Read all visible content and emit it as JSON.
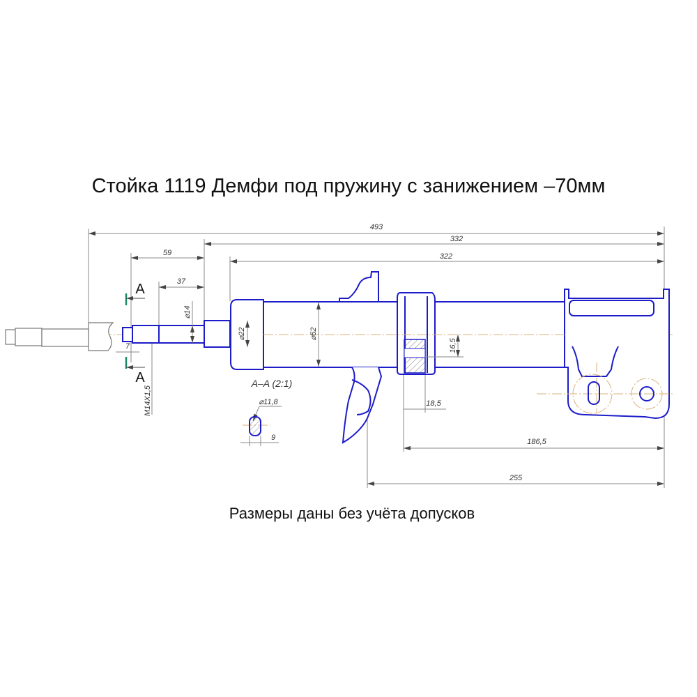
{
  "title": "Стойка 1119 Демфи под пружину с занижением –70мм",
  "note": "Размеры даны без учёта допусков",
  "section": {
    "label_top": "A",
    "label_bottom": "A",
    "view_label": "A–A (2:1)",
    "diameter": "⌀11,8",
    "width": "9"
  },
  "dimensions": {
    "overall": "493",
    "d332": "332",
    "d322": "322",
    "d59": "59",
    "d37": "37",
    "phi14": "⌀14",
    "phi22": "⌀22",
    "phi52": "⌀52",
    "d7": "7",
    "thread": "M14X1,5",
    "d16_5": "16,5",
    "d18_5": "18,5",
    "d186_5": "186,5",
    "d255": "255"
  },
  "colors": {
    "part": "#1c1cc8",
    "centerline": "#d9b27a",
    "section_mark": "#1a8a6a"
  }
}
